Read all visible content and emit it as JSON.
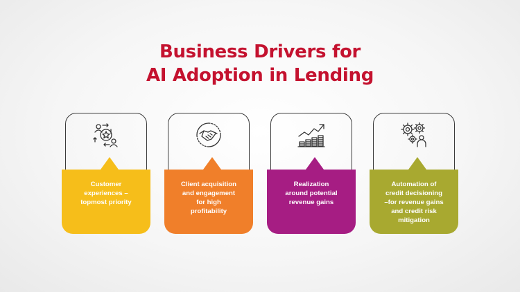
{
  "title": {
    "line1": "Business Drivers for",
    "line2": "AI Adoption in Lending"
  },
  "colors": {
    "title": "#c4122f",
    "outline": "#3a3a3a"
  },
  "cards": [
    {
      "icon": "customer-cycle-icon",
      "color": "#f6be1a",
      "lines": [
        "Customer",
        "experiences –",
        "topmost priority"
      ]
    },
    {
      "icon": "handshake-icon",
      "color": "#f07f2a",
      "lines": [
        "Client acquisition",
        "and engagement",
        "for high",
        "profitability"
      ]
    },
    {
      "icon": "revenue-chart-icon",
      "color": "#a61d83",
      "lines": [
        "Realization",
        "around potential",
        "revenue gains"
      ]
    },
    {
      "icon": "gears-person-icon",
      "color": "#a8a930",
      "lines": [
        "Automation of",
        "credit decisioning",
        "–for revenue gains",
        "and credit risk",
        "mitigation"
      ]
    }
  ]
}
